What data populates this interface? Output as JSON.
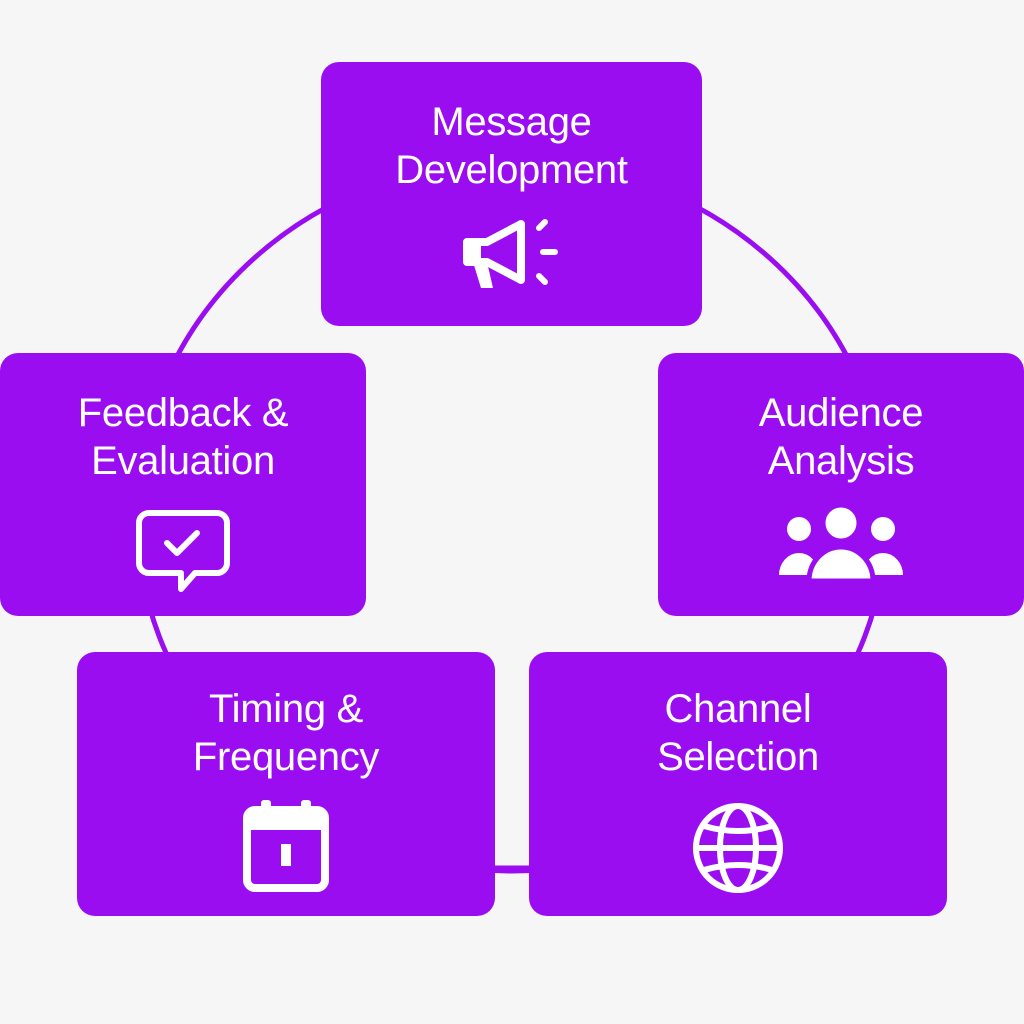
{
  "theme": {
    "background": "#f7f6f7",
    "accent": "#9a0df0",
    "text": "#ffffff"
  },
  "diagram": {
    "type": "cycle",
    "stages": [
      {
        "id": "message",
        "label": "Message\nDevelopment",
        "icon": "megaphone-icon"
      },
      {
        "id": "audience",
        "label": "Audience\nAnalysis",
        "icon": "people-group-icon"
      },
      {
        "id": "channel",
        "label": "Channel\nSelection",
        "icon": "globe-icon"
      },
      {
        "id": "timing",
        "label": "Timing &\nFrequency",
        "icon": "calendar-icon"
      },
      {
        "id": "feedback",
        "label": "Feedback &\nEvaluation",
        "icon": "chat-check-icon"
      }
    ]
  }
}
